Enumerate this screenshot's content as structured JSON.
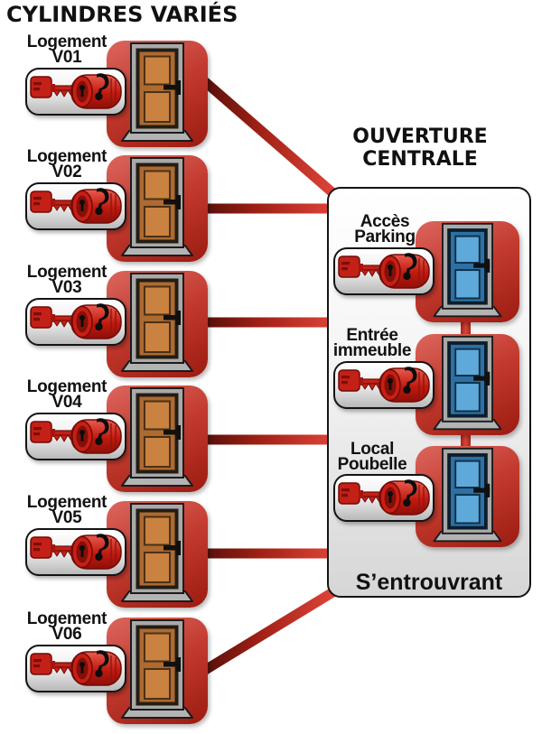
{
  "title": "CYLINDRES VARIÉS",
  "left_column": {
    "items": [
      {
        "label_line1": "Logement",
        "label_line2": "V01"
      },
      {
        "label_line1": "Logement",
        "label_line2": "V02"
      },
      {
        "label_line1": "Logement",
        "label_line2": "V03"
      },
      {
        "label_line1": "Logement",
        "label_line2": "V04"
      },
      {
        "label_line1": "Logement",
        "label_line2": "V05"
      },
      {
        "label_line1": "Logement",
        "label_line2": "V06"
      }
    ]
  },
  "central": {
    "title_line1": "OUVERTURE",
    "title_line2": "CENTRALE",
    "entries": [
      {
        "label_line1": "Accès",
        "label_line2": "Parking"
      },
      {
        "label_line1": "Entrée",
        "label_line2": "immeuble"
      },
      {
        "label_line1": "Local",
        "label_line2": "Poubelle"
      }
    ],
    "footer": "S’entrouvrant"
  },
  "icons": {
    "key_cylinder": "key-cylinder-icon",
    "orange_door": "orange-door-icon",
    "blue_door": "blue-door-icon"
  },
  "colors": {
    "tile_red_light": "#dc665e",
    "tile_red_dark": "#9c1b10",
    "connector_dark": "#4f0e09",
    "connector_bright": "#dd4338",
    "door_orange_leaf": "#ad6a31",
    "door_orange_panel": "#c9823f",
    "door_blue_leaf": "#2c70a4",
    "door_blue_panel": "#5fa9da",
    "key_red": "#c32017",
    "panel_bg_top": "#ffffff",
    "panel_bg_bottom": "#d6d6d6",
    "text": "#111111"
  }
}
